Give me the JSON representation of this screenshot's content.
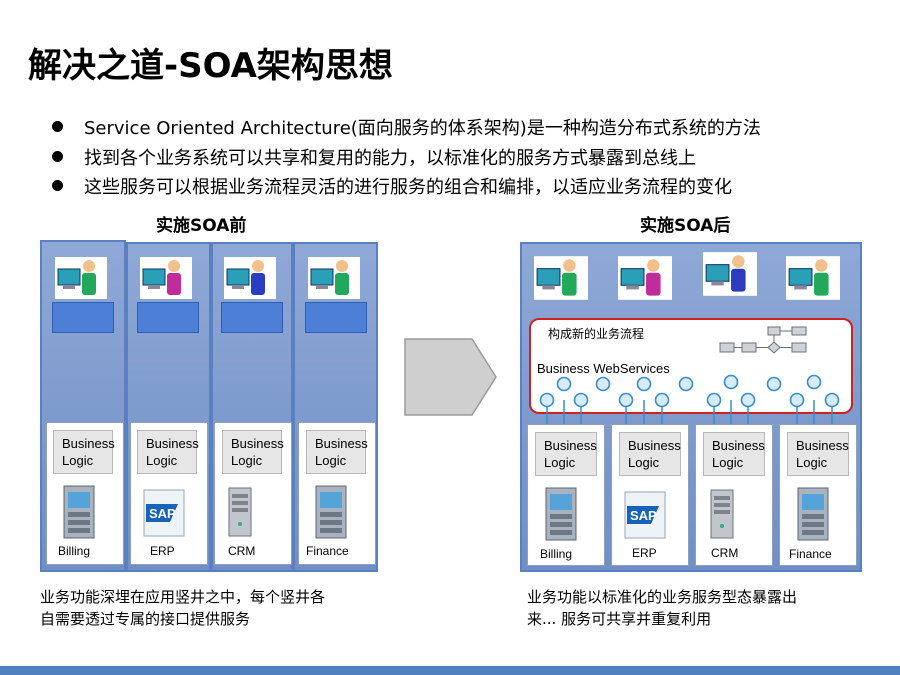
{
  "title": "解决之道-SOA架构思想",
  "bullets": [
    "Service Oriented Architecture(面向服务的体系架构)是一种构造分布式系统的方法",
    "找到各个业务系统可以共享和复用的能力，以标准化的服务方式暴露到总线上",
    "这些服务可以根据业务流程灵活的进行服务的组合和编排，以适应业务流程的变化"
  ],
  "before": {
    "caption": "实施SOA前",
    "logic_label_line1": "Business",
    "logic_label_line2": "Logic",
    "systems": [
      "Billing",
      "ERP",
      "CRM",
      "Finance"
    ],
    "note_line1": "业务功能深埋在应用竖井之中，每个竖井各",
    "note_line2": "自需要透过专属的接口提供服务"
  },
  "after": {
    "caption": "实施SOA后",
    "process_label": "构成新的业务流程",
    "webservices_label": "Business WebServices",
    "logic_label_line1": "Business",
    "logic_label_line2": "Logic",
    "systems": [
      "Billing",
      "ERP",
      "CRM",
      "Finance"
    ],
    "note_line1": "业务功能以标准化的业务服务型态暴露出",
    "note_line2": "来... 服务可共享并重复利用"
  },
  "colors": {
    "column_blue": "#7b98cc",
    "process_border": "#d02020",
    "bottom_bar": "#4f7fbf"
  }
}
